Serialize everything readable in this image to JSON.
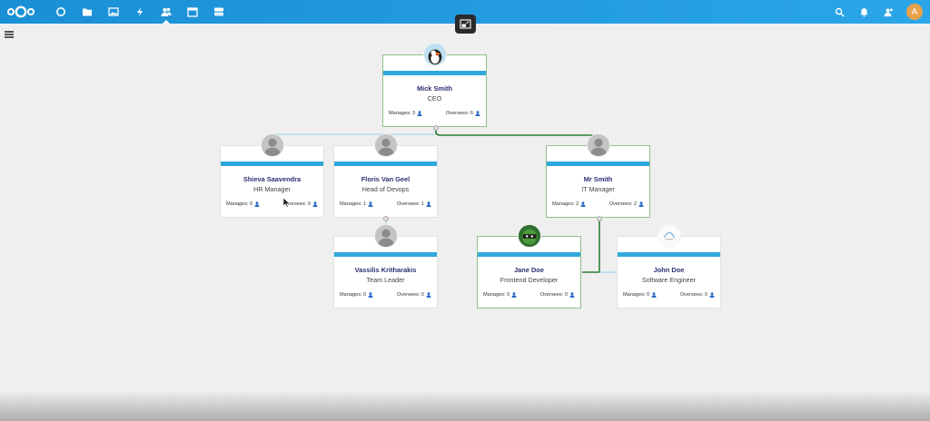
{
  "topbar": {
    "apps": [
      {
        "icon": "dashboard-icon",
        "active": false
      },
      {
        "icon": "files-icon",
        "active": false
      },
      {
        "icon": "photos-icon",
        "active": false
      },
      {
        "icon": "activity-icon",
        "active": false
      },
      {
        "icon": "contacts-icon",
        "active": true
      },
      {
        "icon": "calendar-icon",
        "active": false
      },
      {
        "icon": "storage-icon",
        "active": false
      }
    ],
    "right": [
      "search-icon",
      "notifications-icon",
      "contacts-menu-icon"
    ],
    "avatar_letter": "A",
    "colors": {
      "bar": "#1a8fd6",
      "avatar": "#e8a04b"
    }
  },
  "org": {
    "stripe_color": "#2fa8dd",
    "line_color_highlight": "#2e7d32",
    "line_color_normal": "#9fd3ea",
    "nodes": [
      {
        "id": "mick",
        "name": "Mick Smith",
        "role": "CEO",
        "manages_label": "Manages: 3",
        "oversees_label": "Oversees: 6",
        "highlight": true,
        "photo": "puffin"
      },
      {
        "id": "shieva",
        "name": "Shieva Saavendra",
        "role": "HR Manager",
        "manages_label": "Manages: 0",
        "oversees_label": "Oversees: 0",
        "highlight": false,
        "photo": "default"
      },
      {
        "id": "floris",
        "name": "Floris Van Geel",
        "role": "Head of Devops",
        "manages_label": "Manages: 1",
        "oversees_label": "Oversees: 1",
        "highlight": false,
        "photo": "default"
      },
      {
        "id": "mr",
        "name": "Mr Smith",
        "role": "IT Manager",
        "manages_label": "Manages: 2",
        "oversees_label": "Oversees: 2",
        "highlight": true,
        "photo": "default"
      },
      {
        "id": "vassilis",
        "name": "Vassilis Kritharakis",
        "role": "Team Leader",
        "manages_label": "Manages: 0",
        "oversees_label": "Oversees: 0",
        "highlight": false,
        "photo": "default"
      },
      {
        "id": "jane",
        "name": "Jane Doe",
        "role": "Frontend Developer",
        "manages_label": "Manages: 0",
        "oversees_label": "Oversees: 0",
        "highlight": true,
        "photo": "ninja"
      },
      {
        "id": "john",
        "name": "John Doe",
        "role": "Software Engineer",
        "manages_label": "Manages: 0",
        "oversees_label": "Oversees: 0",
        "highlight": false,
        "photo": "sticker"
      }
    ]
  }
}
